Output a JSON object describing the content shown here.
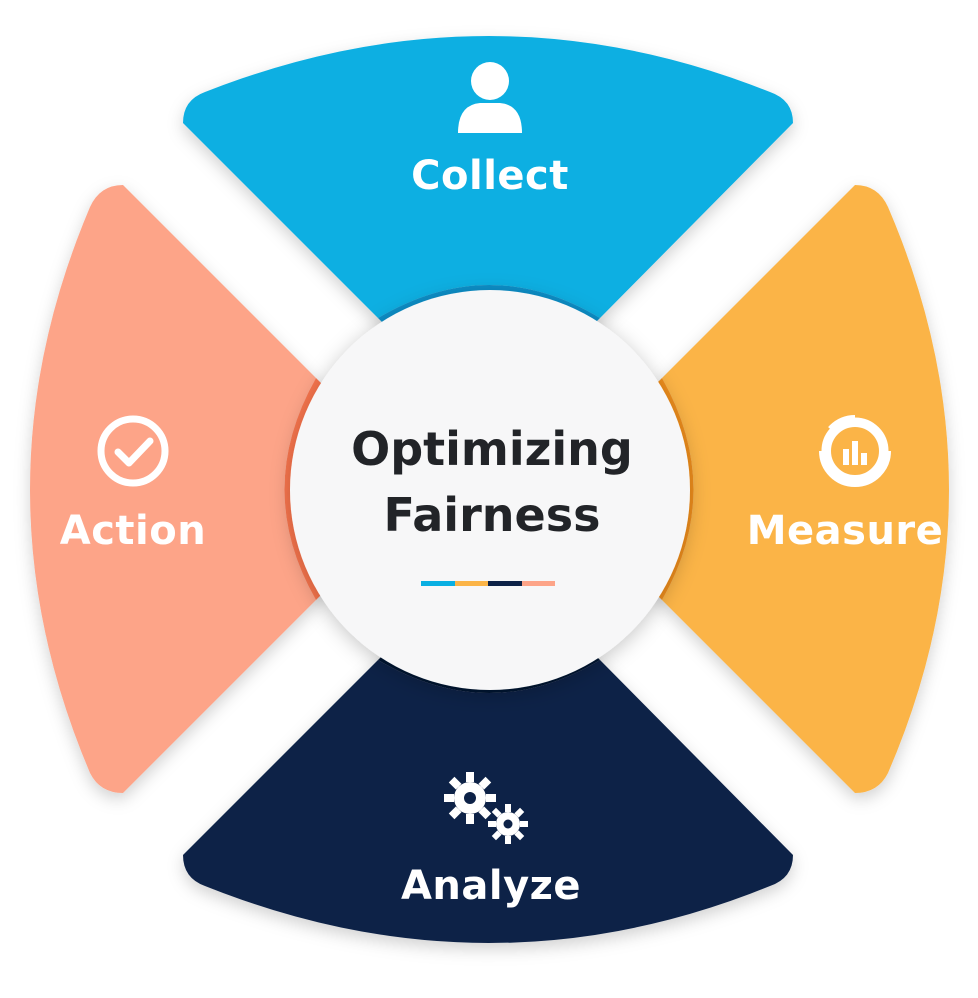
{
  "center": {
    "line1": "Optimizing",
    "line2": "Fairness"
  },
  "segments": {
    "collect": {
      "label": "Collect",
      "icon": "user-icon",
      "color": "#0AAFE2"
    },
    "measure": {
      "label": "Measure",
      "icon": "donut-chart-icon",
      "color": "#FBB447"
    },
    "analyze": {
      "label": "Analyze",
      "icon": "gears-icon",
      "color": "#0D2247"
    },
    "action": {
      "label": "Action",
      "icon": "checkmark-circle-icon",
      "color": "#FDA488"
    }
  },
  "strip_colors": [
    "#0AAFE2",
    "#FBB447",
    "#0D2247",
    "#FDA488"
  ]
}
